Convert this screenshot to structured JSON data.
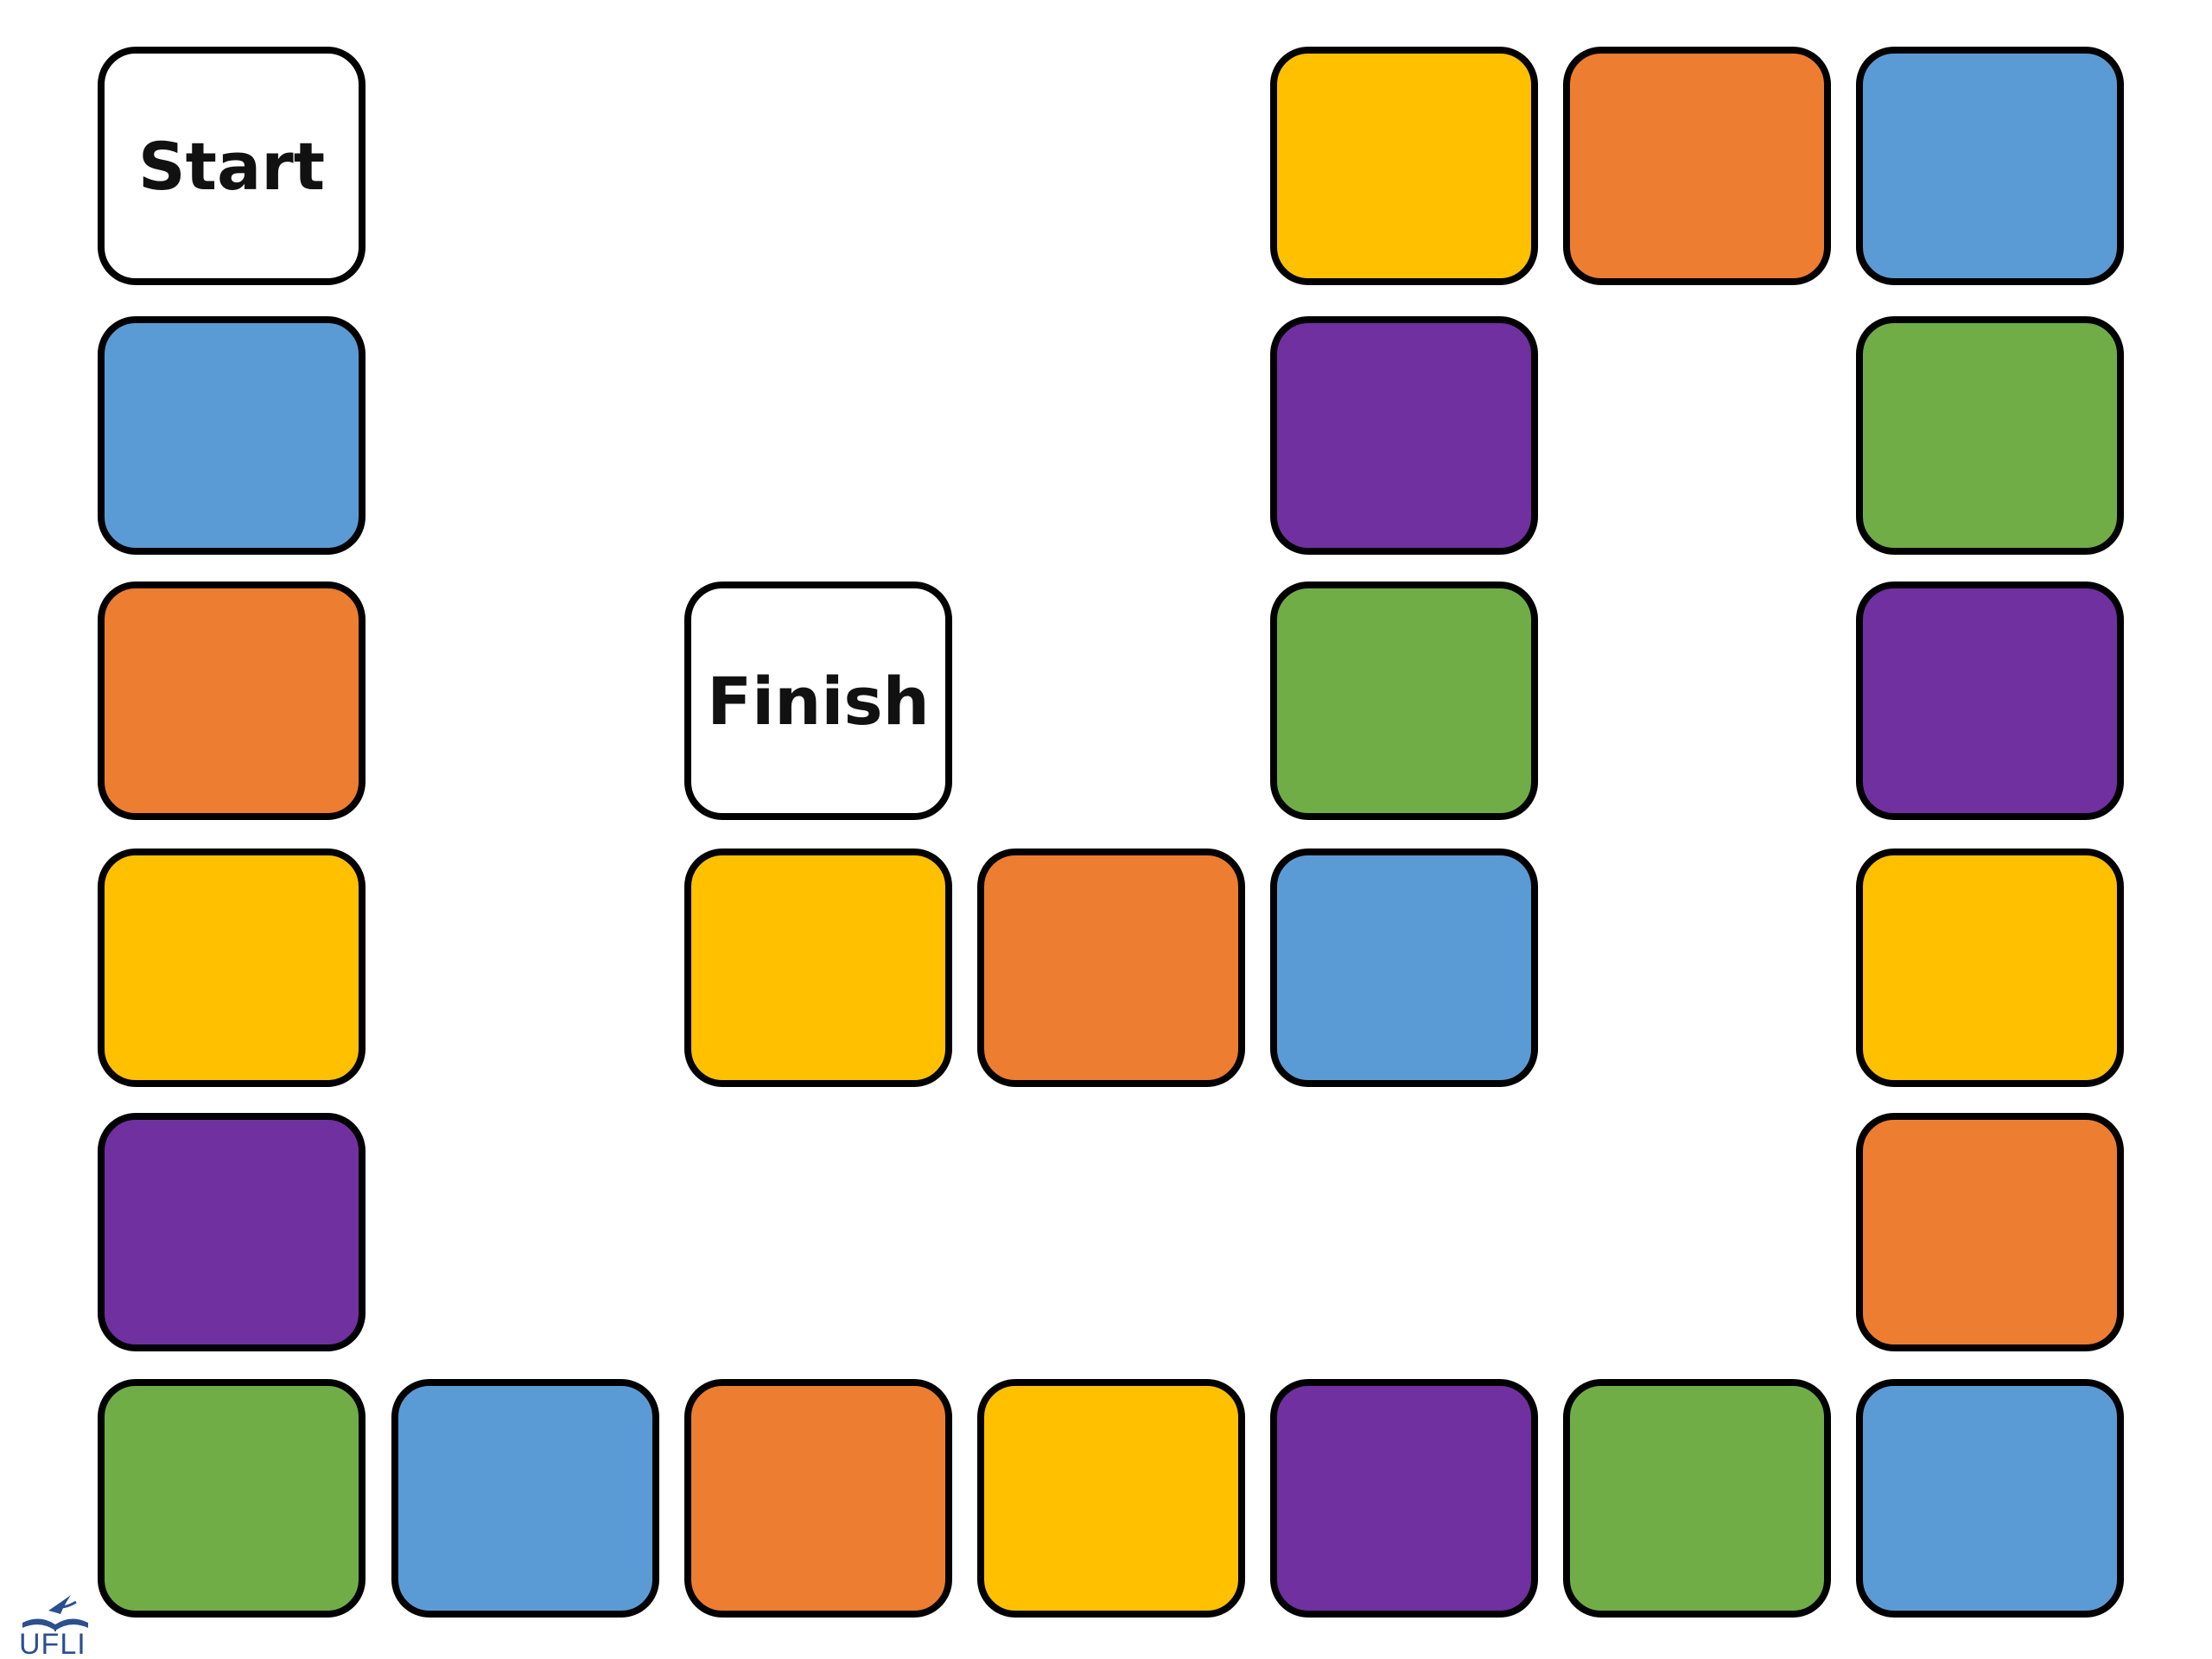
{
  "colors": {
    "white": "#ffffff",
    "blue": "#5b9bd5",
    "orange": "#ed7d31",
    "yellow": "#ffc000",
    "purple": "#7030a0",
    "green": "#70ad47",
    "outline": "#000000",
    "logo": "#2b4f8f"
  },
  "board": {
    "start_label": "Start",
    "finish_label": "Finish",
    "path": [
      {
        "label": "Start",
        "color": "white"
      },
      {
        "color": "blue"
      },
      {
        "color": "orange"
      },
      {
        "color": "yellow"
      },
      {
        "color": "purple"
      },
      {
        "color": "green"
      },
      {
        "color": "blue"
      },
      {
        "color": "orange"
      },
      {
        "color": "yellow"
      },
      {
        "color": "purple"
      },
      {
        "color": "green"
      },
      {
        "color": "blue"
      },
      {
        "color": "orange"
      },
      {
        "color": "yellow"
      },
      {
        "color": "purple"
      },
      {
        "color": "green"
      },
      {
        "color": "blue"
      },
      {
        "color": "orange"
      },
      {
        "color": "yellow"
      },
      {
        "color": "purple"
      },
      {
        "color": "green"
      },
      {
        "color": "blue"
      },
      {
        "color": "orange"
      },
      {
        "color": "yellow"
      },
      {
        "label": "Finish",
        "color": "white"
      }
    ]
  },
  "logo": {
    "text": "UFLI",
    "icon": "open-book-bird-icon"
  }
}
